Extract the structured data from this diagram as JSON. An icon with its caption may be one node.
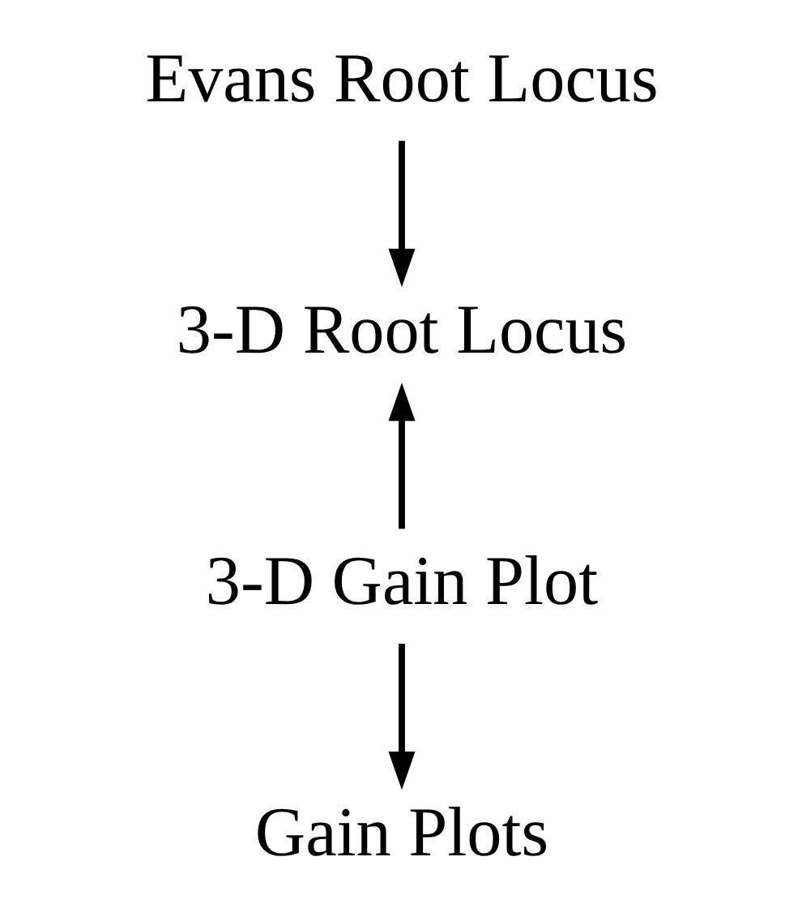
{
  "diagram": {
    "nodes": [
      {
        "text": [
          "Evans Root Locus"
        ]
      },
      {
        "text": [
          "3-D Root Locus"
        ]
      },
      {
        "text": [
          "3-D Gain Plot"
        ]
      },
      {
        "text": [
          "Gain Plots"
        ]
      }
    ],
    "edges": [
      {
        "from": 0,
        "to": 1,
        "arrow": "to"
      },
      {
        "from": 2,
        "to": 1,
        "arrow": "to"
      },
      {
        "from": 2,
        "to": 3,
        "arrow": "to"
      }
    ]
  }
}
